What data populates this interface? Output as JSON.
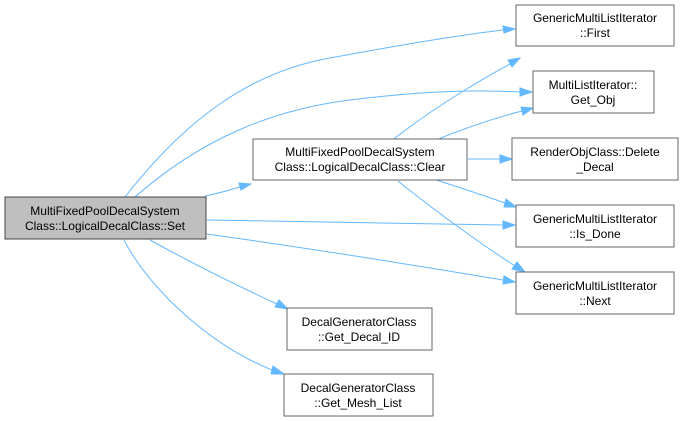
{
  "diagram": {
    "colors": {
      "edge": "#63b8ff",
      "node_border": "#666666",
      "root_fill": "#bfbfbf",
      "node_fill": "#ffffff"
    },
    "nodes": {
      "set": {
        "line1": "MultiFixedPoolDecalSystem",
        "line2": "Class::LogicalDecalClass::Set"
      },
      "clear": {
        "line1": "MultiFixedPoolDecalSystem",
        "line2": "Class::LogicalDecalClass::Clear"
      },
      "first": {
        "line1": "GenericMultiListIterator",
        "line2": "::First"
      },
      "get_obj": {
        "line1": "MultiListIterator::",
        "line2": "Get_Obj"
      },
      "delete_decal": {
        "line1": "RenderObjClass::Delete",
        "line2": "_Decal"
      },
      "is_done": {
        "line1": "GenericMultiListIterator",
        "line2": "::Is_Done"
      },
      "next": {
        "line1": "GenericMultiListIterator",
        "line2": "::Next"
      },
      "get_decal_id": {
        "line1": "DecalGeneratorClass",
        "line2": "::Get_Decal_ID"
      },
      "get_mesh_list": {
        "line1": "DecalGeneratorClass",
        "line2": "::Get_Mesh_List"
      }
    },
    "edges": [
      {
        "from": "set",
        "to": "first"
      },
      {
        "from": "set",
        "to": "get_obj"
      },
      {
        "from": "set",
        "to": "clear"
      },
      {
        "from": "set",
        "to": "is_done"
      },
      {
        "from": "set",
        "to": "next"
      },
      {
        "from": "set",
        "to": "get_decal_id"
      },
      {
        "from": "set",
        "to": "get_mesh_list"
      },
      {
        "from": "clear",
        "to": "first"
      },
      {
        "from": "clear",
        "to": "get_obj"
      },
      {
        "from": "clear",
        "to": "delete_decal"
      },
      {
        "from": "clear",
        "to": "is_done"
      },
      {
        "from": "clear",
        "to": "next"
      }
    ]
  }
}
